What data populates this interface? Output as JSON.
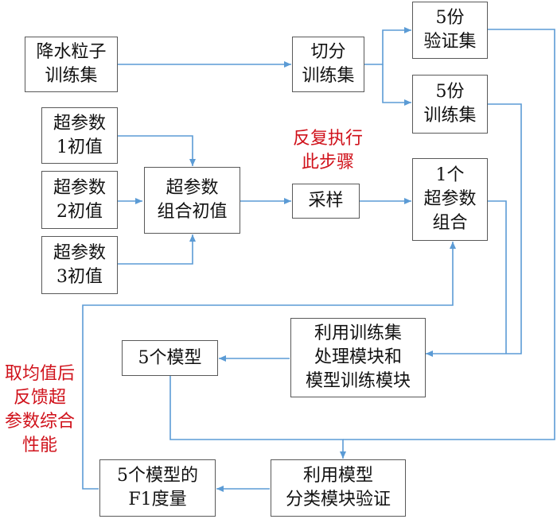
{
  "boxes": {
    "rain_train": [
      "降水粒子",
      "训练集"
    ],
    "split": [
      "切分",
      "训练集"
    ],
    "val5": [
      "5份",
      "验证集"
    ],
    "train5": [
      "5份",
      "训练集"
    ],
    "hp1": [
      "超参数",
      "1初值"
    ],
    "hp2": [
      "超参数",
      "2初值"
    ],
    "hp3": [
      "超参数",
      "3初值"
    ],
    "hp_combo_init": [
      "超参数",
      "组合初值"
    ],
    "sample": [
      "采样"
    ],
    "one_combo": [
      "1个",
      "超参数",
      "组合"
    ],
    "train_modules": [
      "利用训练集",
      "处理模块和",
      "模型训练模块"
    ],
    "five_models": [
      "5个模型"
    ],
    "validate": [
      "利用模型",
      "分类模块验证"
    ],
    "f1": [
      "5个模型的",
      "F1度量"
    ]
  },
  "notes": {
    "repeat": [
      "反复执行",
      "此步骤"
    ],
    "feedback": [
      "取均值后",
      "反馈超",
      "参数综合",
      "性能"
    ]
  },
  "colors": {
    "arrow": "#5b9bd5",
    "border": "#595959",
    "note": "#d0121b"
  }
}
